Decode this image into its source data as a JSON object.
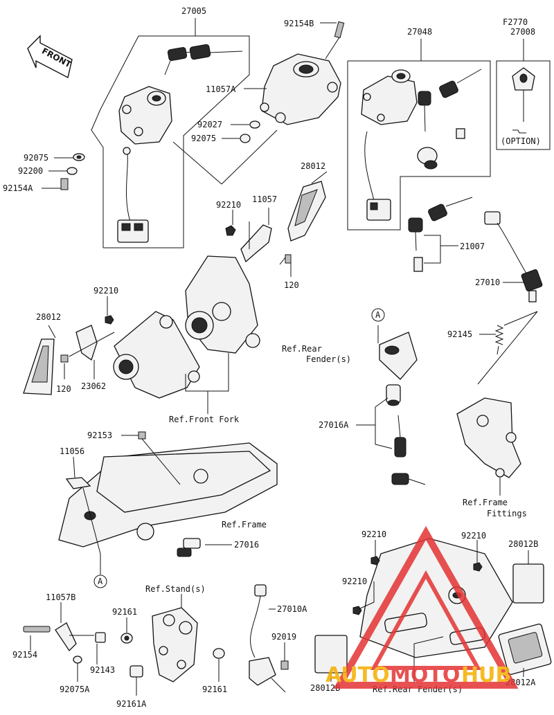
{
  "front_label": "FRONT",
  "labels": {
    "l27005": "27005",
    "l92154B": "92154B",
    "l27048": "27048",
    "lF2770": "F2770",
    "l27008": "27008",
    "lOption": "(OPTION)",
    "l11057A": "11057A",
    "l92027": "92027",
    "l92075_top": "92075",
    "l92075_left": "92075",
    "l92200": "92200",
    "l92154A": "92154A",
    "l28012_top": "28012",
    "l92210_a": "92210",
    "l11057": "11057",
    "l120_a": "120",
    "l21007": "21007",
    "l27010": "27010",
    "l92210_b": "92210",
    "l28012_left": "28012",
    "l120_b": "120",
    "l23062": "23062",
    "lRefFrontFork": "Ref.Front Fork",
    "lA_top": "A",
    "lRefRearFender1": "Ref.Rear",
    "lRefRearFender2": "Fender(s)",
    "l92145": "92145",
    "l27016A": "27016A",
    "lRefFrameFittings1": "Ref.Frame",
    "lRefFrameFittings2": "Fittings",
    "l92153": "92153",
    "l11056": "11056",
    "lRefFrame": "Ref.Frame",
    "l27016": "27016",
    "lA_bottom": "A",
    "l92210_c": "92210",
    "l92210_d": "92210",
    "l28012B_top": "28012B",
    "l92210_e": "92210",
    "lRefStand": "Ref.Stand(s)",
    "l27010A": "27010A",
    "l11057B": "11057B",
    "l92161_a": "92161",
    "l92154": "92154",
    "l92143": "92143",
    "l92019": "92019",
    "l92075A": "92075A",
    "l92161_b": "92161",
    "l92161A": "92161A",
    "l28012B_bottom": "28012B",
    "lRefRearFender3": "Ref.Rear Fender(s)",
    "l28012A": "28012A"
  },
  "watermark": {
    "part1": "AUTO",
    "part2": "MOTO",
    "part3": "HUB",
    "color1": "#f4b000",
    "color2": "#e43333",
    "color3": "#f4b000"
  }
}
